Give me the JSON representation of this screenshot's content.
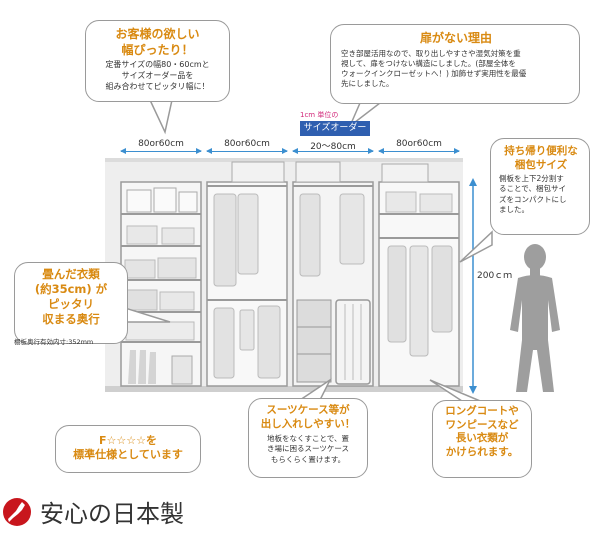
{
  "bubbles": {
    "order_size": {
      "title_line1": "お客様の欲しい",
      "title_line2": "幅ぴったり！",
      "body_line1": "定番サイズの幅80・60cmと",
      "body_line2": "サイズオーダー品を",
      "body_line3": "組み合わせてピッタリ幅に！"
    },
    "no_door": {
      "title": "扉がない理由",
      "body_line1": "空き部屋活用なので、取り出しやすさや湿気対策を重",
      "body_line2": "視して、扉をつけない構造にしました。(部屋全体を",
      "body_line3": "ウォークインクローゼットへ！) 加飾せず実用性を最優",
      "body_line4": "先にしました。"
    },
    "carry": {
      "title_line1": "持ち帰り便利な",
      "title_line2": "梱包サイズ",
      "body_line1": "側板を上下2分割す",
      "body_line2": "ることで、梱包サイ",
      "body_line3": "ズをコンパクトにし",
      "body_line4": "ました。"
    },
    "folded": {
      "title_line1": "畳んだ衣類",
      "title_line2": "(約35cm) が",
      "title_line3": "ピッタリ",
      "title_line4": "収まる奥行",
      "note": "棚板奥行有効内寸:352mm"
    },
    "standard": {
      "title_line1": "F☆☆☆☆を",
      "title_line2": "標準仕様としています"
    },
    "suitcase": {
      "title_line1": "スーツケース等が",
      "title_line2": "出し入れしやすい！",
      "body_line1": "地板をなくすことで、置",
      "body_line2": "き場に困るスーツケース",
      "body_line3": "もらくらく置けます。"
    },
    "long_coat": {
      "title_line1": "ロングコートや",
      "title_line2": "ワンピースなど",
      "title_line3": "長い衣類が",
      "title_line4": "かけられます。"
    }
  },
  "dimensions": {
    "w1": "80or60cm",
    "w2": "80or60cm",
    "w3": "20〜80cm",
    "w4": "80or60cm",
    "height": "200ｃｍ",
    "order_note": "1cm 単位の",
    "order_label": "サイズオーダー"
  },
  "footer": {
    "title": "安心の日本製"
  },
  "colors": {
    "accent_orange": "#d98a12",
    "dim_blue": "#3c8fd0",
    "order_tag": "#2f5fb0",
    "order_note": "#d2287a",
    "flag_red": "#c8161d"
  }
}
